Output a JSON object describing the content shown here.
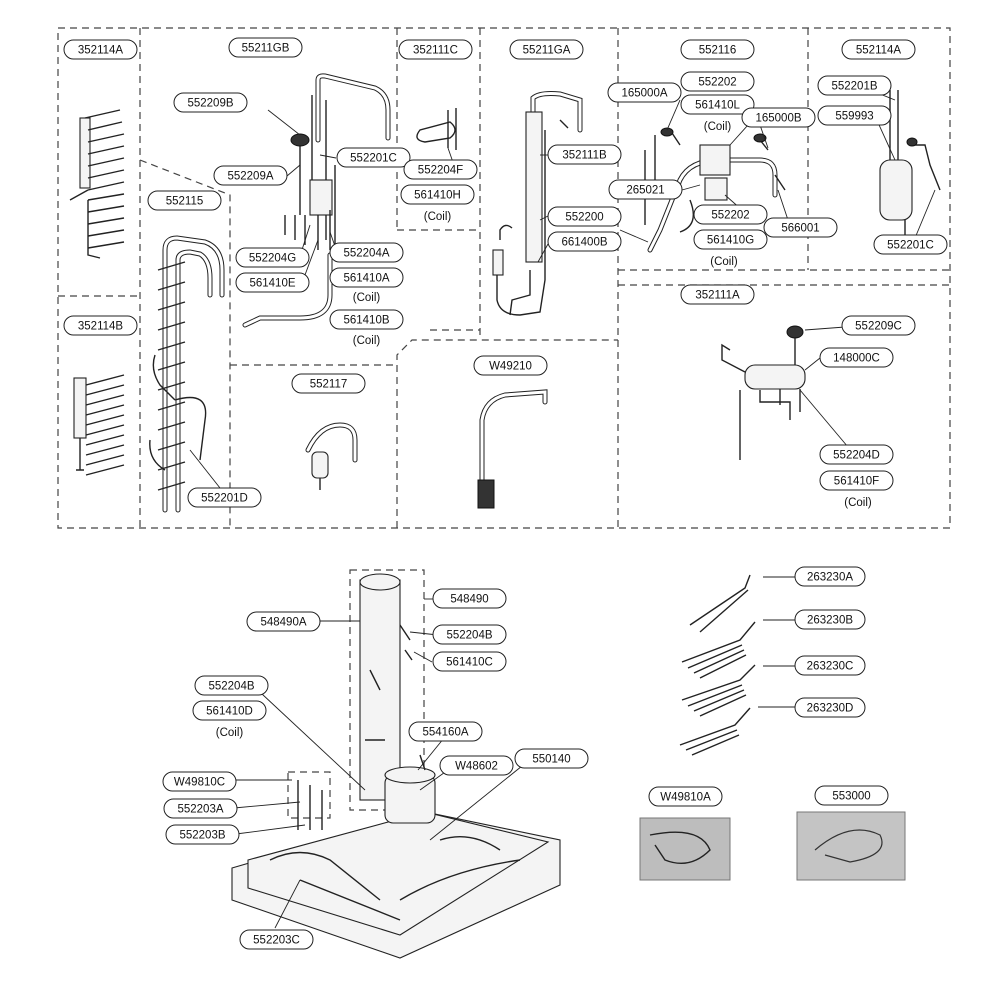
{
  "labels": {
    "l352114A_top": "352114A",
    "l552116GB": "55211GB",
    "l352111C": "352111C",
    "l55211GA": "55211GA",
    "l552116": "552116",
    "l552114A": "552114A",
    "l552209B": "552209B",
    "l552201C_a": "552201C",
    "l552209A": "552209A",
    "l552204F": "552204F",
    "l561410H": "561410H",
    "l352111B": "352111B",
    "l165000A": "165000A",
    "l552202_a": "552202",
    "l561410L": "561410L",
    "l165000B": "165000B",
    "l552201B": "552201B",
    "l559993": "559993",
    "l552115": "552115",
    "l265021": "265021",
    "l552200": "552200",
    "l552202_b": "552202",
    "l566001": "566001",
    "l661400B": "661400B",
    "l561410G": "561410G",
    "l552201C_b": "552201C",
    "l552204G": "552204G",
    "l552204A": "552204A",
    "l561410E": "561410E",
    "l561410A": "561410A",
    "l352111A": "352111A",
    "l352114B": "352114B",
    "l561410B": "561410B",
    "l552209C": "552209C",
    "l148000C": "148000C",
    "l552117": "552117",
    "lW49210": "W49210",
    "l552204D": "552204D",
    "l561410F": "561410F",
    "l552201D": "552201D",
    "l263230A": "263230A",
    "l548490": "548490",
    "l548490A": "548490A",
    "l263230B": "263230B",
    "l552204B_r": "552204B",
    "l561410C": "561410C",
    "l263230C": "263230C",
    "l552204B_l": "552204B",
    "l561410D": "561410D",
    "l263230D": "263230D",
    "l554160A": "554160A",
    "lW48602": "W48602",
    "l550140": "550140",
    "lW49810C": "W49810C",
    "l552203A": "552203A",
    "l552203B": "552203B",
    "lW49810A": "W49810A",
    "l553000": "553000",
    "l552203C": "552203C"
  },
  "notes": {
    "coil_h": "(Coil)",
    "coil_l": "(Coil)",
    "coil_g": "(Coil)",
    "coil_a": "(Coil)",
    "coil_b": "(Coil)",
    "coil_f": "(Coil)",
    "coil_d": "(Coil)"
  }
}
